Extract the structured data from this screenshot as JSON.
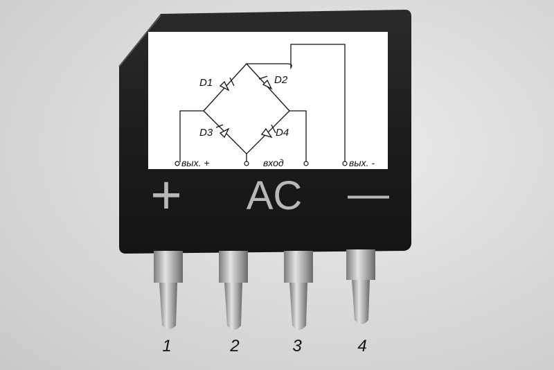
{
  "body_marks": {
    "plus": "+",
    "ac": "AC",
    "minus": "—"
  },
  "schematic": {
    "diodes": [
      "D1",
      "D2",
      "D3",
      "D4"
    ],
    "out_plus": "вых. +",
    "input": "вход",
    "out_minus": "вых. -"
  },
  "pins": [
    "1",
    "2",
    "3",
    "4"
  ],
  "colors": {
    "package": "#1c1c1c",
    "marking": "#bdbdbd",
    "pin_metal": "#b9b9b9",
    "overlay_bg": "#ffffff"
  }
}
